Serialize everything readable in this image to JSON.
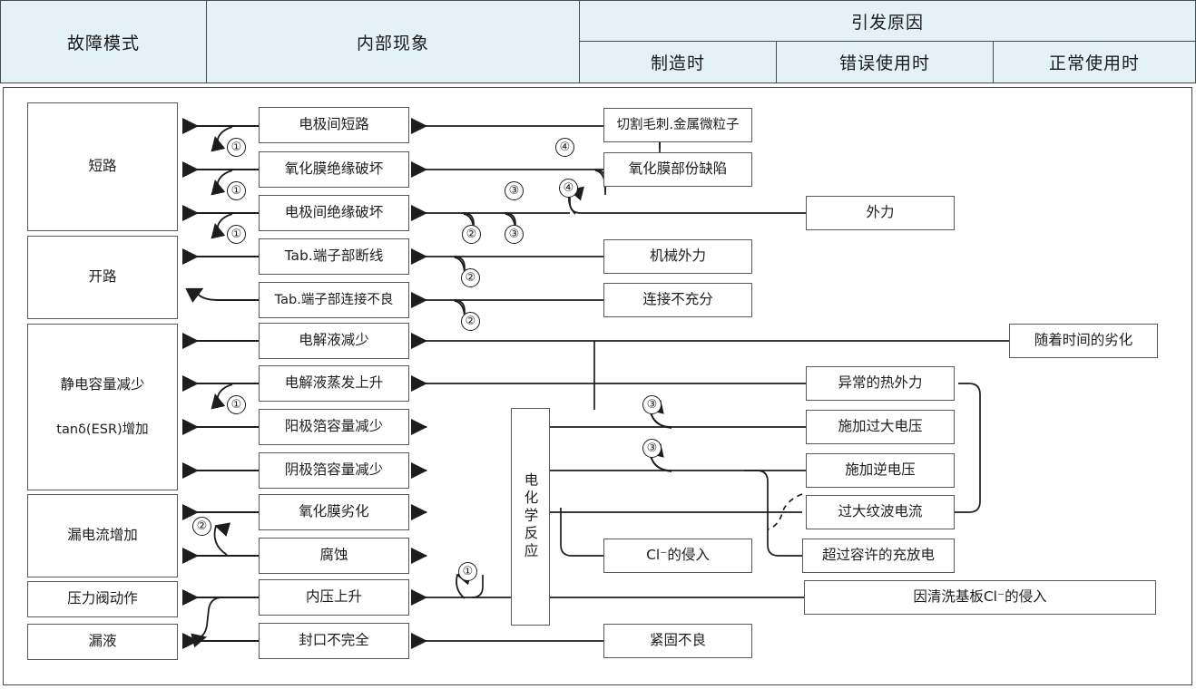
{
  "header": {
    "failure_mode": "故障模式",
    "internal_phenomenon": "内部现象",
    "cause_group": "引发原因",
    "cause_cols": [
      "制造时",
      "错误使用时",
      "正常使用时"
    ]
  },
  "failure_modes": [
    {
      "id": "short",
      "label": "短路"
    },
    {
      "id": "open",
      "label": "开路"
    },
    {
      "id": "cap",
      "label": "静电容量减少",
      "label2": "tanδ(ESR)增加"
    },
    {
      "id": "leakcur",
      "label": "漏电流增加"
    },
    {
      "id": "valve",
      "label": "压力阀动作"
    },
    {
      "id": "leak",
      "label": "漏液"
    }
  ],
  "phenomena": [
    {
      "id": "p1",
      "label": "电极间短路"
    },
    {
      "id": "p2",
      "label": "氧化膜绝缘破坏"
    },
    {
      "id": "p3",
      "label": "电极间绝缘破坏"
    },
    {
      "id": "p4",
      "label": "Tab.端子部断线"
    },
    {
      "id": "p5",
      "label": "Tab.端子部连接不良"
    },
    {
      "id": "p6",
      "label": "电解液减少"
    },
    {
      "id": "p7",
      "label": "电解液蒸发上升"
    },
    {
      "id": "p8",
      "label": "阳极箔容量减少"
    },
    {
      "id": "p9",
      "label": "阴极箔容量减少"
    },
    {
      "id": "p10",
      "label": "氧化膜劣化"
    },
    {
      "id": "p11",
      "label": "腐蚀"
    },
    {
      "id": "p12",
      "label": "内压上升"
    },
    {
      "id": "p13",
      "label": "封口不完全"
    }
  ],
  "reaction_box": {
    "label": "电化学反应"
  },
  "causes": [
    {
      "id": "c1",
      "label": "切割毛刺.金属微粒子",
      "col": "制造时"
    },
    {
      "id": "c2",
      "label": "氧化膜部份缺陷",
      "col": "制造时"
    },
    {
      "id": "c3",
      "label": "机械外力",
      "col": "制造时"
    },
    {
      "id": "c4",
      "label": "连接不充分",
      "col": "制造时"
    },
    {
      "id": "c5",
      "label": "Cl⁻的侵入",
      "col": "制造时"
    },
    {
      "id": "c6",
      "label": "紧固不良",
      "col": "制造时"
    },
    {
      "id": "c7",
      "label": "外力",
      "col": "错误使用时"
    },
    {
      "id": "c8",
      "label": "异常的热外力",
      "col": "错误使用时"
    },
    {
      "id": "c9",
      "label": "施加过大电压",
      "col": "错误使用时"
    },
    {
      "id": "c10",
      "label": "施加逆电压",
      "col": "错误使用时"
    },
    {
      "id": "c11",
      "label": "过大纹波电流",
      "col": "错误使用时"
    },
    {
      "id": "c12",
      "label": "超过容许的充放电",
      "col": "错误使用时"
    },
    {
      "id": "c13",
      "label": "因清洗基板Cl⁻的侵入",
      "col": "错误使用时"
    },
    {
      "id": "c14",
      "label": "随着时间的劣化",
      "col": "正常使用时"
    }
  ],
  "markers": [
    {
      "n": "①"
    },
    {
      "n": "②"
    },
    {
      "n": "③"
    },
    {
      "n": "④"
    }
  ],
  "marker_labels": {
    "m1": "①",
    "m2": "②",
    "m3": "③",
    "m4": "④"
  },
  "colors": {
    "header_bg": "#e4f2f8",
    "border": "#4a4a4a",
    "line": "#1d1d1b",
    "box_border": "#58585a"
  }
}
